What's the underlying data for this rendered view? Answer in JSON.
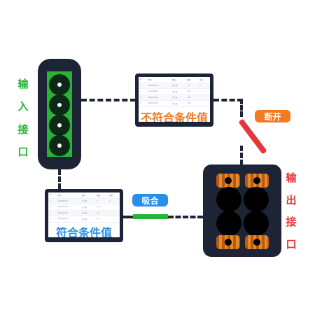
{
  "colors": {
    "dark": "#1d2436",
    "input_green": "#27b336",
    "output_red": "#e5363a",
    "break_orange": "#f47a1f",
    "close_blue": "#2b8fe8",
    "pad_copper": "#e58a2a"
  },
  "input_label": [
    "输",
    "入",
    "接",
    "口"
  ],
  "output_label": [
    "输",
    "出",
    "接",
    "口"
  ],
  "upper_screen": {
    "label": "不符合条件值",
    "rows": [
      [
        "1",
        "2002/02/03",
        "北京城",
        "4.5",
        "1"
      ],
      [
        "2",
        "2002/02/03",
        "北京城",
        "4.00",
        "1"
      ],
      [
        "3",
        "2002/02/03",
        "北京城",
        "4.00",
        ""
      ],
      [
        "4",
        "2002/02/03",
        "北京城",
        "4.00",
        ""
      ]
    ]
  },
  "lower_screen": {
    "label": "符合条件值",
    "rows": [
      [
        "1",
        "2002/02/03",
        "北京城",
        "4",
        "1"
      ],
      [
        "2",
        "2002/02/03",
        "北京城",
        "4.00",
        ""
      ],
      [
        "3",
        "2002/02/03",
        "北京城",
        "4.0",
        ""
      ],
      [
        "4",
        "2002/02/03",
        "北京城",
        "4.0",
        ""
      ]
    ]
  },
  "break_badge": "断开",
  "close_badge": "吸合"
}
